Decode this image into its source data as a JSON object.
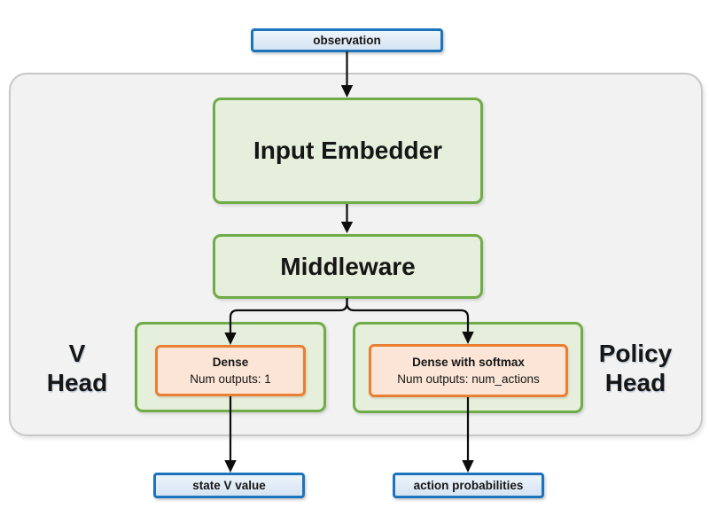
{
  "diagram": {
    "observation_label": "observation",
    "input_embedder_label": "Input Embedder",
    "middleware_label": "Middleware",
    "v_head": {
      "label_line1": "V",
      "label_line2": "Head",
      "dense_title": "Dense",
      "dense_subtitle": "Num outputs: 1"
    },
    "policy_head": {
      "label_line1": "Policy",
      "label_line2": "Head",
      "dense_title": "Dense with softmax",
      "dense_subtitle": "Num outputs: num_actions"
    },
    "outputs": {
      "state_value_label": "state V value",
      "action_probabilities_label": "action probabilities"
    }
  },
  "colors": {
    "blue_border": "#1B74BC",
    "blue_fill_top": "#EDF4FB",
    "blue_fill_bottom": "#D6E4F2",
    "green_border": "#6FAC47",
    "green_fill": "#E5EFDB",
    "orange_border": "#EA7E31",
    "orange_fill": "#FBE5D6",
    "container_fill": "#F2F2F2",
    "container_border": "#C8C8C8",
    "arrow_color": "#0D0D0D",
    "text_color": "#161616"
  }
}
